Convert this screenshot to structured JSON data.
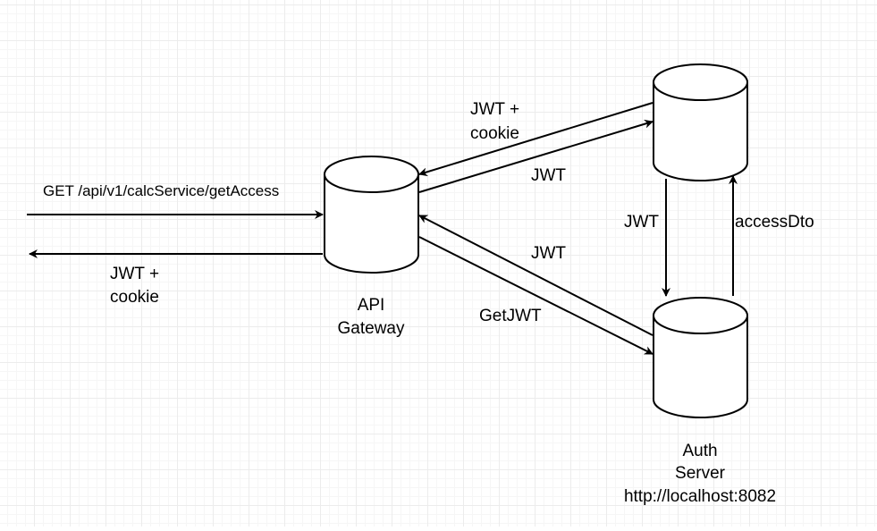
{
  "nodes": {
    "api_gateway": {
      "label_line1": "API",
      "label_line2": "Gateway"
    },
    "auth_server": {
      "label_line1": "Auth",
      "label_line2": "Server",
      "label_line3": "http://localhost:8082"
    }
  },
  "edges": {
    "client_request": "GET /api/v1/calcService/getAccess",
    "client_response_line1": "JWT +",
    "client_response_line2": "cookie",
    "top_store_to_gateway_line1": "JWT +",
    "top_store_to_gateway_line2": "cookie",
    "gateway_to_top_store": "JWT",
    "auth_to_gateway": "JWT",
    "gateway_to_auth": "GetJWT",
    "top_store_to_auth": "JWT",
    "auth_to_top_store": "accessDto"
  },
  "colors": {
    "stroke": "#000000",
    "fill": "#ffffff",
    "grid": "#ececec"
  }
}
